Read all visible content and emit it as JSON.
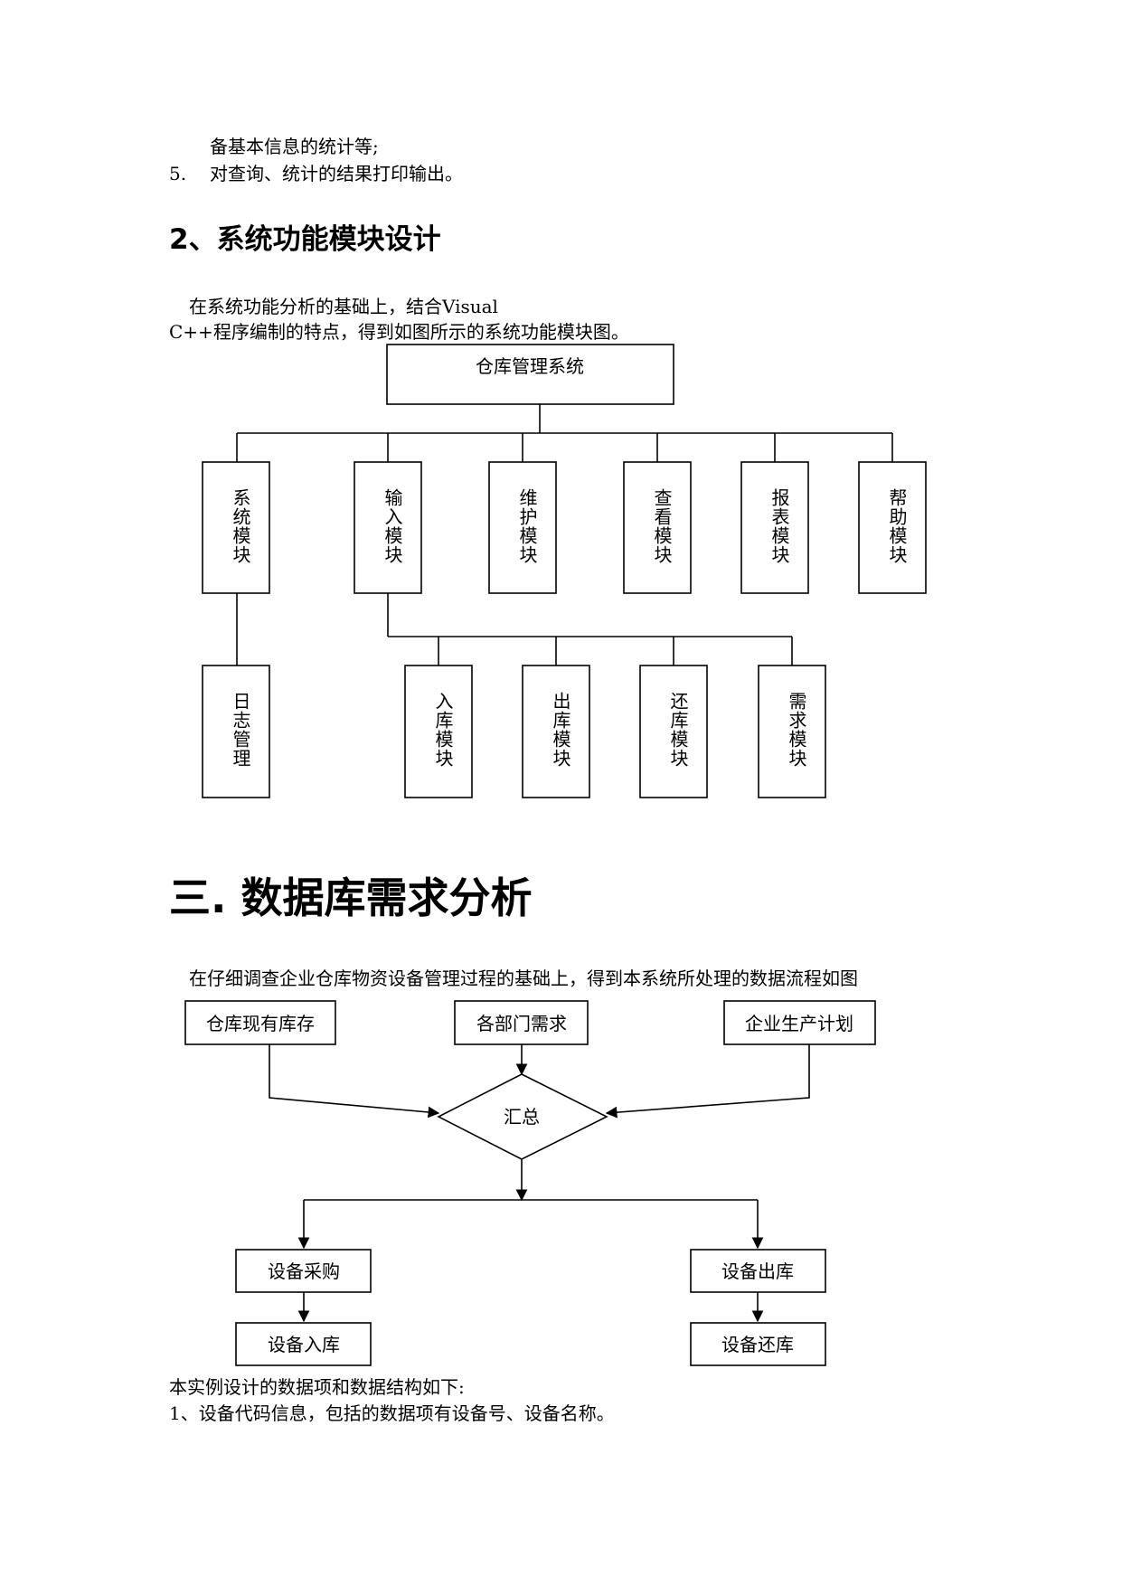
{
  "list": {
    "item4_cont": "备基本信息的统计等;",
    "item5_num": "5.",
    "item5_text": "对查询、统计的结果打印输出。"
  },
  "section2": {
    "heading": "2、系统功能模块设计",
    "para_line1": "在系统功能分析的基础上，结合Visual",
    "para_line2": "C++程序编制的特点，得到如图所示的系统功能模块图。"
  },
  "module_diagram": {
    "root": "仓库管理系统",
    "modules": [
      "系统模块",
      "输入模块",
      "维护模块",
      "查看模块",
      "报表模块",
      "帮助模块"
    ],
    "system_sub": [
      "日志管理"
    ],
    "input_sub": [
      "入库模块",
      "出库模块",
      "还库模块",
      "需求模块"
    ]
  },
  "section3": {
    "heading": "三.  数据库需求分析",
    "para": "在仔细调查企业仓库物资设备管理过程的基础上，得到本系统所处理的数据流程如图"
  },
  "flow_diagram": {
    "sources": [
      "仓库现有库存",
      "各部门需求",
      "企业生产计划"
    ],
    "decision": "汇总",
    "left_branch": [
      "设备采购",
      "设备入库"
    ],
    "right_branch": [
      "设备出库",
      "设备还库"
    ]
  },
  "closing": {
    "line1": "本实例设计的数据项和数据结构如下:",
    "line2": "1、设备代码信息，包括的数据项有设备号、设备名称。"
  }
}
